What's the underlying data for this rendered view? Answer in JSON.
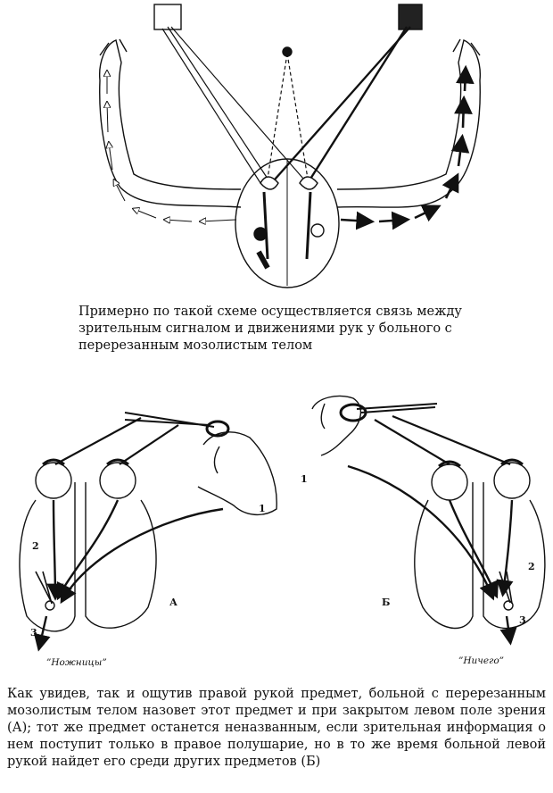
{
  "caption_top": "Примерно по такой схеме осуществляется связь между зрительным сигналом и движениями рук у больного с перерезанным мозолистым телом",
  "caption_bottom": "Как увидев, так и ощутив правой рукой предмет, больной с перерезанным мозолистым телом назовет этот предмет и при закрытом левом поле зрения (А); тот же предмет останется неназванным, если зрительная информация о нем поступит только в правое полушарие, но в то же время больной левой рукой найдет его среди других предметов (Б)",
  "panel_a": {
    "label": "А",
    "result": "”Ножницы”",
    "num1": "1",
    "num2": "2",
    "num3": "3"
  },
  "panel_b": {
    "label": "Б",
    "result": "”Ничего”",
    "num1": "1",
    "num2": "2",
    "num3": "3"
  },
  "colors": {
    "ink": "#111111",
    "paper": "#ffffff"
  }
}
